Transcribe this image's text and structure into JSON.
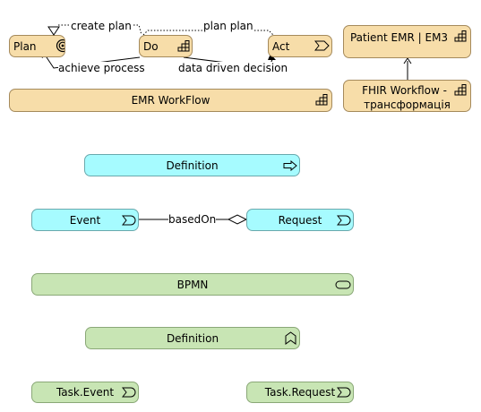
{
  "nodes": {
    "plan": "Plan",
    "do": "Do",
    "act": "Act",
    "emr_workflow": "EMR WorkFlow",
    "patient_emr": "Patient EMR | EM3",
    "fhir_workflow_line1": "FHIR Workflow -",
    "fhir_workflow_line2": "трансформація",
    "definition_cyan": "Definition",
    "event": "Event",
    "request": "Request",
    "bpmn": "BPMN",
    "definition_green": "Definition",
    "task_event": "Task.Event",
    "task_request": "Task.Request"
  },
  "edges": {
    "create_plan": "create plan",
    "plan_plan": "plan plan",
    "achieve_process": "achieve process",
    "data_driven_decision": "data driven decision",
    "based_on": "basedOn"
  },
  "colors": {
    "motivation_tan": "#f7dda9",
    "application_cyan": "#a6fbff",
    "business_green": "#c8e5b4"
  },
  "icons": {
    "plan": "goal-target-icon",
    "do": "work-package-icon",
    "act": "process-arrow-icon",
    "emr_workflow": "work-package-icon",
    "patient_emr": "work-package-icon",
    "fhir_workflow": "work-package-icon",
    "definition_cyan": "process-arrow-icon",
    "event": "event-icon",
    "request": "event-icon",
    "bpmn": "service-icon",
    "definition_green": "function-icon",
    "task_event": "event-icon",
    "task_request": "event-icon"
  }
}
